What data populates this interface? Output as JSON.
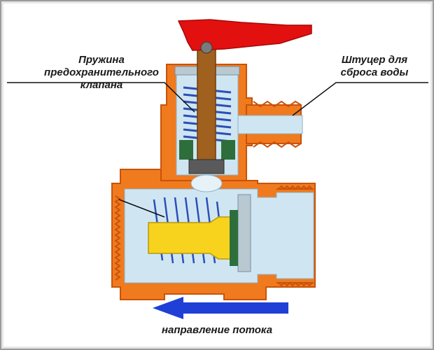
{
  "labels": {
    "spring_line1": "Пружина",
    "spring_line2": "предохранительного",
    "spring_line3": "клапана",
    "fitting_line1": "Штуцер для",
    "fitting_line2": "сброса воды",
    "flow": "направление потока"
  },
  "colors": {
    "body_orange": "#f07a1e",
    "body_dark_orange": "#c9530a",
    "handle_red": "#e31010",
    "stem_brown": "#a0601e",
    "cavity_blue": "#cfe6f2",
    "spring_blue": "#2a4fb8",
    "seal_green": "#2e6e3a",
    "plunger_yellow": "#f7d31e",
    "arrow_blue": "#1f3fd6"
  },
  "icons": {
    "flow_arrow": "arrow-left-icon"
  }
}
